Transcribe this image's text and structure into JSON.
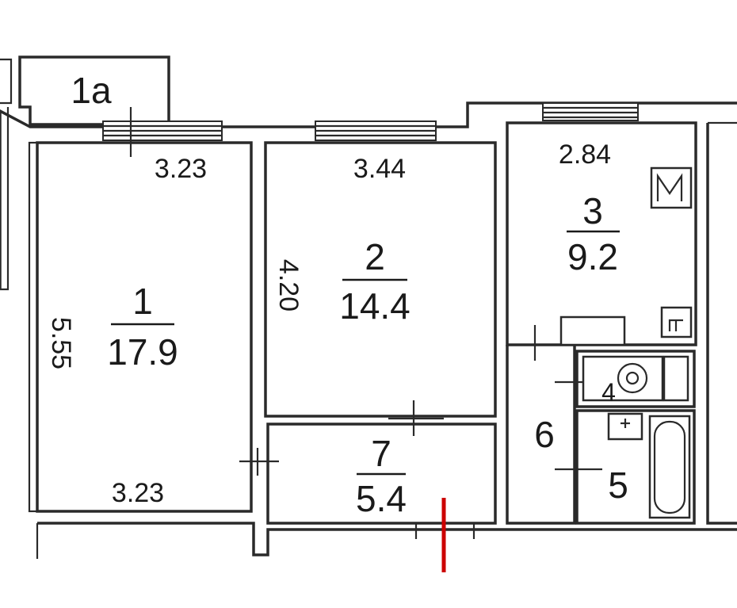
{
  "rooms": [
    {
      "id": "1a",
      "label": "1a"
    },
    {
      "id": "1",
      "number": "1",
      "area": "17.9"
    },
    {
      "id": "2",
      "number": "2",
      "area": "14.4"
    },
    {
      "id": "3",
      "number": "3",
      "area": "9.2"
    },
    {
      "id": "4",
      "number": "4"
    },
    {
      "id": "5",
      "number": "5"
    },
    {
      "id": "6",
      "number": "6"
    },
    {
      "id": "7",
      "number": "7",
      "area": "5.4"
    }
  ],
  "dimensions": {
    "room1_top": "3.23",
    "room1_bottom": "3.23",
    "room1_side": "5.55",
    "room2_top": "3.44",
    "room2_side": "4.20",
    "room3_top": "2.84"
  },
  "colors": {
    "wall": "#2a2a2a",
    "marker": "#cc0000"
  }
}
